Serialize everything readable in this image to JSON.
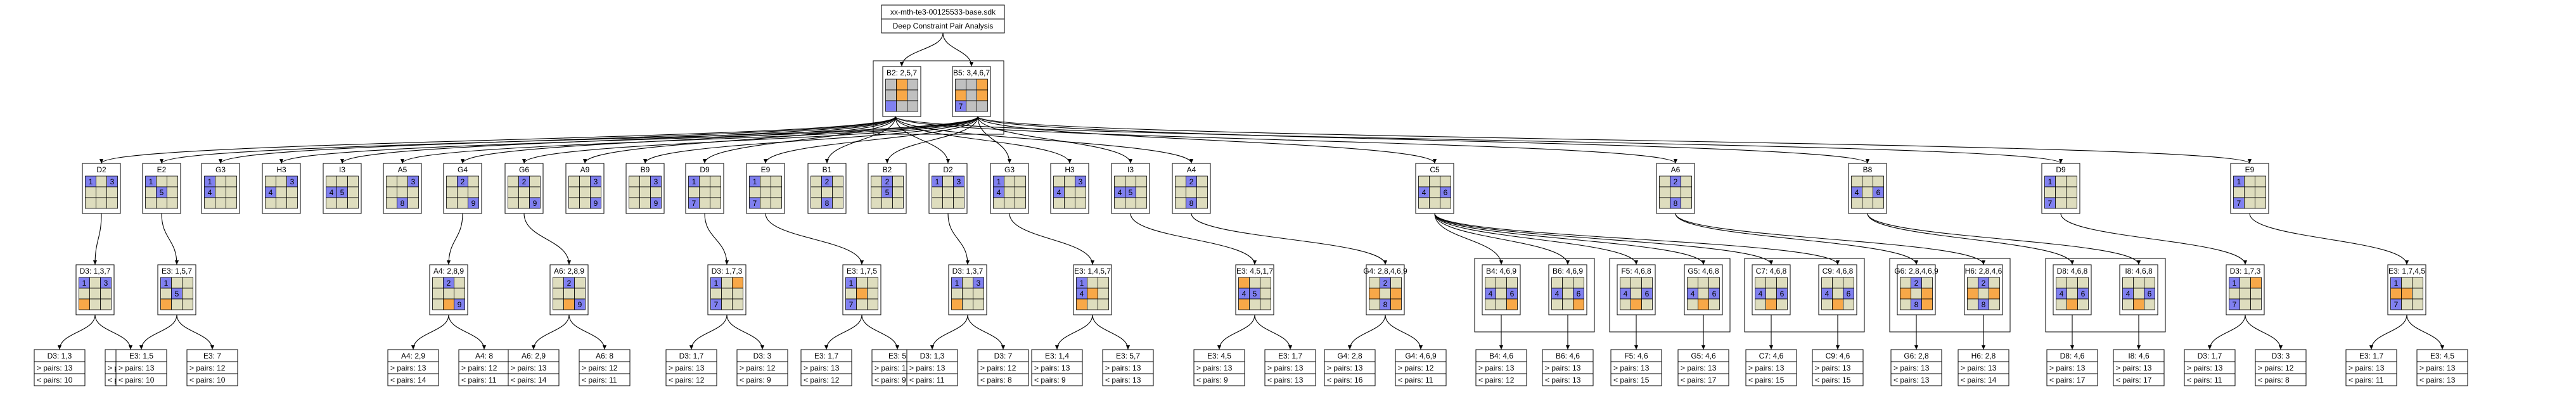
{
  "header": {
    "file": "xx-mth-te3-00125533-base.sdk",
    "subtitle": "Deep Constraint Pair Analysis"
  },
  "colors": {
    "blue": "#8080f0",
    "orange": "#f8a848",
    "gray": "#c0c0c0",
    "beige": "#deddbe"
  },
  "roots": [
    {
      "label": "B2: 2,5,7",
      "grid": [
        "g",
        "o",
        "g",
        "g",
        "o",
        "g",
        "b",
        "g",
        "g"
      ],
      "nums": {}
    },
    {
      "label": "B5: 3,4,6,7",
      "grid": [
        "g",
        "g",
        "o",
        "o",
        "g",
        "o",
        "b",
        "g",
        "g"
      ],
      "nums": {
        "6": "7"
      }
    }
  ],
  "level1": [
    {
      "label": "D2",
      "grid": [
        "b",
        "e",
        "b",
        "e",
        "e",
        "e",
        "e",
        "e",
        "e"
      ],
      "nums": {
        "0": "1",
        "2": "3"
      }
    },
    {
      "label": "E2",
      "grid": [
        "b",
        "e",
        "e",
        "e",
        "b",
        "e",
        "e",
        "e",
        "e"
      ],
      "nums": {
        "0": "1",
        "4": "5"
      }
    },
    {
      "label": "G3",
      "grid": [
        "b",
        "e",
        "e",
        "b",
        "e",
        "e",
        "e",
        "e",
        "e"
      ],
      "nums": {
        "0": "1",
        "3": "4"
      }
    },
    {
      "label": "H3",
      "grid": [
        "e",
        "e",
        "b",
        "b",
        "e",
        "e",
        "e",
        "e",
        "e"
      ],
      "nums": {
        "2": "3",
        "3": "4"
      }
    },
    {
      "label": "I3",
      "grid": [
        "e",
        "e",
        "e",
        "b",
        "b",
        "e",
        "e",
        "e",
        "e"
      ],
      "nums": {
        "3": "4",
        "4": "5"
      }
    },
    {
      "label": "A5",
      "grid": [
        "e",
        "e",
        "b",
        "e",
        "e",
        "e",
        "e",
        "b",
        "e"
      ],
      "nums": {
        "2": "3",
        "7": "8"
      }
    },
    {
      "label": "G4",
      "grid": [
        "e",
        "b",
        "e",
        "e",
        "e",
        "e",
        "e",
        "e",
        "b"
      ],
      "nums": {
        "1": "2",
        "8": "9"
      }
    },
    {
      "label": "G6",
      "grid": [
        "e",
        "b",
        "e",
        "e",
        "e",
        "e",
        "e",
        "e",
        "b"
      ],
      "nums": {
        "1": "2",
        "8": "9"
      }
    },
    {
      "label": "A9",
      "grid": [
        "e",
        "e",
        "b",
        "e",
        "e",
        "e",
        "e",
        "e",
        "b"
      ],
      "nums": {
        "2": "3",
        "8": "9"
      }
    },
    {
      "label": "B9",
      "grid": [
        "e",
        "e",
        "b",
        "e",
        "e",
        "e",
        "e",
        "e",
        "b"
      ],
      "nums": {
        "2": "3",
        "8": "9"
      }
    },
    {
      "label": "D9",
      "grid": [
        "b",
        "e",
        "e",
        "e",
        "e",
        "e",
        "b",
        "e",
        "e"
      ],
      "nums": {
        "0": "1",
        "6": "7"
      }
    },
    {
      "label": "E9",
      "grid": [
        "b",
        "e",
        "e",
        "e",
        "e",
        "e",
        "b",
        "e",
        "e"
      ],
      "nums": {
        "0": "1",
        "6": "7"
      }
    },
    {
      "label": "B1",
      "grid": [
        "e",
        "b",
        "e",
        "e",
        "e",
        "e",
        "e",
        "b",
        "e"
      ],
      "nums": {
        "1": "2",
        "7": "8"
      }
    },
    {
      "label": "B2",
      "grid": [
        "e",
        "b",
        "e",
        "e",
        "b",
        "e",
        "e",
        "e",
        "e"
      ],
      "nums": {
        "1": "2",
        "4": "5"
      }
    },
    {
      "label": "D2",
      "grid": [
        "b",
        "e",
        "b",
        "e",
        "e",
        "e",
        "e",
        "e",
        "e"
      ],
      "nums": {
        "0": "1",
        "2": "3"
      }
    },
    {
      "label": "G3",
      "grid": [
        "b",
        "e",
        "e",
        "b",
        "e",
        "e",
        "e",
        "e",
        "e"
      ],
      "nums": {
        "0": "1",
        "3": "4"
      }
    },
    {
      "label": "H3",
      "grid": [
        "e",
        "e",
        "b",
        "b",
        "e",
        "e",
        "e",
        "e",
        "e"
      ],
      "nums": {
        "2": "3",
        "3": "4"
      }
    },
    {
      "label": "I3",
      "grid": [
        "e",
        "e",
        "e",
        "b",
        "b",
        "e",
        "e",
        "e",
        "e"
      ],
      "nums": {
        "3": "4",
        "4": "5"
      }
    },
    {
      "label": "A4",
      "grid": [
        "e",
        "b",
        "e",
        "e",
        "e",
        "e",
        "e",
        "b",
        "e"
      ],
      "nums": {
        "1": "2",
        "7": "8"
      }
    },
    {
      "label": "C5",
      "grid": [
        "e",
        "e",
        "e",
        "b",
        "e",
        "b",
        "e",
        "e",
        "e"
      ],
      "nums": {
        "3": "4",
        "5": "6"
      }
    },
    {
      "label": "A6",
      "grid": [
        "e",
        "b",
        "e",
        "e",
        "e",
        "e",
        "e",
        "b",
        "e"
      ],
      "nums": {
        "1": "2",
        "7": "8"
      }
    },
    {
      "label": "B8",
      "grid": [
        "e",
        "e",
        "e",
        "b",
        "e",
        "b",
        "e",
        "e",
        "e"
      ],
      "nums": {
        "3": "4",
        "5": "6"
      }
    },
    {
      "label": "D9",
      "grid": [
        "b",
        "e",
        "e",
        "e",
        "e",
        "e",
        "b",
        "e",
        "e"
      ],
      "nums": {
        "0": "1",
        "6": "7"
      }
    },
    {
      "label": "E9",
      "grid": [
        "b",
        "e",
        "e",
        "e",
        "e",
        "e",
        "b",
        "e",
        "e"
      ],
      "nums": {
        "0": "1",
        "6": "7"
      }
    }
  ],
  "level2": [
    {
      "label": "D3: 1,3,7",
      "parent": 0,
      "grid": [
        "b",
        "e",
        "b",
        "e",
        "e",
        "e",
        "o",
        "e",
        "e"
      ],
      "nums": {
        "0": "1",
        "2": "3"
      }
    },
    {
      "label": "E3: 1,5,7",
      "parent": 1,
      "grid": [
        "b",
        "e",
        "e",
        "e",
        "b",
        "e",
        "o",
        "e",
        "e"
      ],
      "nums": {
        "0": "1",
        "4": "5"
      }
    },
    {
      "label": "A4: 2,8,9",
      "parent": 6,
      "grid": [
        "e",
        "b",
        "e",
        "e",
        "e",
        "e",
        "e",
        "o",
        "b"
      ],
      "nums": {
        "1": "2",
        "8": "9"
      }
    },
    {
      "label": "A6: 2,8,9",
      "parent": 7,
      "grid": [
        "e",
        "b",
        "e",
        "e",
        "e",
        "e",
        "e",
        "o",
        "b"
      ],
      "nums": {
        "1": "2",
        "8": "9"
      }
    },
    {
      "label": "D3: 1,7,3",
      "parent": 10,
      "grid": [
        "b",
        "e",
        "o",
        "e",
        "e",
        "e",
        "b",
        "e",
        "e"
      ],
      "nums": {
        "0": "1",
        "6": "7"
      }
    },
    {
      "label": "E3: 1,7,5",
      "parent": 11,
      "grid": [
        "b",
        "e",
        "e",
        "e",
        "o",
        "e",
        "b",
        "e",
        "e"
      ],
      "nums": {
        "0": "1",
        "6": "7"
      }
    },
    {
      "label": "D3: 1,3,7",
      "parent": 14,
      "grid": [
        "b",
        "e",
        "b",
        "e",
        "e",
        "e",
        "o",
        "e",
        "e"
      ],
      "nums": {
        "0": "1",
        "2": "3"
      }
    },
    {
      "label": "E3: 1,4,5,7",
      "parent": 15,
      "grid": [
        "b",
        "e",
        "e",
        "b",
        "o",
        "e",
        "o",
        "e",
        "e"
      ],
      "nums": {
        "0": "1",
        "3": "4"
      }
    },
    {
      "label": "E3: 4,5,1,7",
      "parent": 17,
      "grid": [
        "o",
        "e",
        "e",
        "b",
        "b",
        "e",
        "o",
        "e",
        "e"
      ],
      "nums": {
        "3": "4",
        "4": "5"
      }
    },
    {
      "label": "G4: 2,8,4,6,9",
      "parent": 18,
      "grid": [
        "e",
        "b",
        "e",
        "o",
        "e",
        "o",
        "e",
        "b",
        "o"
      ],
      "nums": {
        "1": "2",
        "7": "8"
      }
    },
    {
      "label": "B4: 4,6,9",
      "parent": 19,
      "cluster": 0,
      "grid": [
        "e",
        "e",
        "e",
        "b",
        "e",
        "b",
        "e",
        "e",
        "o"
      ],
      "nums": {
        "3": "4",
        "5": "6"
      }
    },
    {
      "label": "B6: 4,6,9",
      "parent": 19,
      "cluster": 0,
      "grid": [
        "e",
        "e",
        "e",
        "b",
        "e",
        "b",
        "e",
        "e",
        "o"
      ],
      "nums": {
        "3": "4",
        "5": "6"
      }
    },
    {
      "label": "F5: 4,6,8",
      "parent": 19,
      "cluster": 1,
      "grid": [
        "e",
        "e",
        "e",
        "b",
        "e",
        "b",
        "e",
        "o",
        "e"
      ],
      "nums": {
        "3": "4",
        "5": "6"
      }
    },
    {
      "label": "G5: 4,6,8",
      "parent": 19,
      "cluster": 1,
      "grid": [
        "e",
        "e",
        "e",
        "b",
        "e",
        "b",
        "e",
        "o",
        "e"
      ],
      "nums": {
        "3": "4",
        "5": "6"
      }
    },
    {
      "label": "C7: 4,6,8",
      "parent": 19,
      "cluster": 2,
      "grid": [
        "e",
        "e",
        "e",
        "b",
        "e",
        "b",
        "e",
        "o",
        "e"
      ],
      "nums": {
        "3": "4",
        "5": "6"
      }
    },
    {
      "label": "C9: 4,6,8",
      "parent": 19,
      "cluster": 2,
      "grid": [
        "e",
        "e",
        "e",
        "b",
        "e",
        "b",
        "e",
        "o",
        "e"
      ],
      "nums": {
        "3": "4",
        "5": "6"
      }
    },
    {
      "label": "G6: 2,8,4,6,9",
      "parent": 20,
      "cluster": 3,
      "grid": [
        "e",
        "b",
        "e",
        "o",
        "e",
        "o",
        "e",
        "b",
        "o"
      ],
      "nums": {
        "1": "2",
        "7": "8"
      }
    },
    {
      "label": "H6: 2,8,4,6",
      "parent": 20,
      "cluster": 3,
      "grid": [
        "e",
        "b",
        "e",
        "o",
        "e",
        "o",
        "e",
        "b",
        "e"
      ],
      "nums": {
        "1": "2",
        "7": "8"
      }
    },
    {
      "label": "D8: 4,6,8",
      "parent": 21,
      "cluster": 4,
      "grid": [
        "e",
        "e",
        "e",
        "b",
        "e",
        "b",
        "e",
        "o",
        "e"
      ],
      "nums": {
        "3": "4",
        "5": "6"
      }
    },
    {
      "label": "I8: 4,6,8",
      "parent": 21,
      "cluster": 4,
      "grid": [
        "e",
        "e",
        "e",
        "b",
        "e",
        "b",
        "e",
        "o",
        "e"
      ],
      "nums": {
        "3": "4",
        "5": "6"
      }
    },
    {
      "label": "D3: 1,7,3",
      "parent": 22,
      "grid": [
        "b",
        "e",
        "o",
        "e",
        "e",
        "e",
        "b",
        "e",
        "e"
      ],
      "nums": {
        "0": "1",
        "6": "7"
      }
    },
    {
      "label": "E3: 1,7,4,5",
      "parent": 23,
      "grid": [
        "b",
        "e",
        "e",
        "o",
        "o",
        "e",
        "b",
        "e",
        "e"
      ],
      "nums": {
        "0": "1",
        "6": "7"
      }
    }
  ],
  "leaves": [
    {
      "label": "D3: 1,3",
      "parent": 0,
      "pairs": [
        "> pairs: 13",
        "< pairs: 10"
      ]
    },
    {
      "label": "D3: 7",
      "parent": 0,
      "pairs": [
        "> pairs: 12",
        "< pairs: 10"
      ]
    },
    {
      "label": "E3: 1,5",
      "parent": 1,
      "pairs": [
        "> pairs: 13",
        "< pairs: 10"
      ]
    },
    {
      "label": "E3: 7",
      "parent": 1,
      "pairs": [
        "> pairs: 12",
        "< pairs: 10"
      ]
    },
    {
      "label": "A4: 2,9",
      "parent": 2,
      "pairs": [
        "> pairs: 13",
        "< pairs: 14"
      ]
    },
    {
      "label": "A4: 8",
      "parent": 2,
      "pairs": [
        "> pairs: 12",
        "< pairs: 11"
      ]
    },
    {
      "label": "A6: 2,9",
      "parent": 3,
      "pairs": [
        "> pairs: 13",
        "< pairs: 14"
      ]
    },
    {
      "label": "A6: 8",
      "parent": 3,
      "pairs": [
        "> pairs: 12",
        "< pairs: 11"
      ]
    },
    {
      "label": "D3: 1,7",
      "parent": 4,
      "pairs": [
        "> pairs: 13",
        "< pairs: 12"
      ]
    },
    {
      "label": "D3: 3",
      "parent": 4,
      "pairs": [
        "> pairs: 12",
        "< pairs: 9"
      ]
    },
    {
      "label": "E3: 1,7",
      "parent": 5,
      "pairs": [
        "> pairs: 13",
        "< pairs: 12"
      ]
    },
    {
      "label": "E3: 5",
      "parent": 5,
      "pairs": [
        "> pairs: 12",
        "< pairs: 9"
      ]
    },
    {
      "label": "D3: 1,3",
      "parent": 6,
      "pairs": [
        "> pairs: 13",
        "< pairs: 11"
      ]
    },
    {
      "label": "D3: 7",
      "parent": 6,
      "pairs": [
        "> pairs: 12",
        "< pairs: 8"
      ]
    },
    {
      "label": "E3: 1,4",
      "parent": 7,
      "pairs": [
        "> pairs: 13",
        "< pairs: 9"
      ]
    },
    {
      "label": "E3: 5,7",
      "parent": 7,
      "pairs": [
        "> pairs: 13",
        "< pairs: 13"
      ]
    },
    {
      "label": "E3: 4,5",
      "parent": 8,
      "pairs": [
        "> pairs: 13",
        "< pairs: 9"
      ]
    },
    {
      "label": "E3: 1,7",
      "parent": 8,
      "pairs": [
        "> pairs: 13",
        "< pairs: 13"
      ]
    },
    {
      "label": "G4: 2,8",
      "parent": 9,
      "pairs": [
        "> pairs: 13",
        "< pairs: 16"
      ]
    },
    {
      "label": "G4: 4,6,9",
      "parent": 9,
      "pairs": [
        "> pairs: 12",
        "< pairs: 11"
      ]
    },
    {
      "label": "B4: 4,6",
      "parent": 10,
      "pairs": [
        "> pairs: 13",
        "< pairs: 12"
      ]
    },
    {
      "label": "B6: 4,6",
      "parent": 11,
      "pairs": [
        "> pairs: 13",
        "< pairs: 13"
      ]
    },
    {
      "label": "F5: 4,6",
      "parent": 12,
      "pairs": [
        "> pairs: 13",
        "< pairs: 15"
      ]
    },
    {
      "label": "G5: 4,6",
      "parent": 13,
      "pairs": [
        "> pairs: 13",
        "< pairs: 17"
      ]
    },
    {
      "label": "C7: 4,6",
      "parent": 14,
      "pairs": [
        "> pairs: 13",
        "< pairs: 15"
      ]
    },
    {
      "label": "C9: 4,6",
      "parent": 15,
      "pairs": [
        "> pairs: 13",
        "< pairs: 15"
      ]
    },
    {
      "label": "G6: 2,8",
      "parent": 16,
      "pairs": [
        "> pairs: 13",
        "< pairs: 13"
      ]
    },
    {
      "label": "H6: 2,8",
      "parent": 17,
      "pairs": [
        "> pairs: 13",
        "< pairs: 14"
      ]
    },
    {
      "label": "D8: 4,6",
      "parent": 18,
      "pairs": [
        "> pairs: 13",
        "< pairs: 17"
      ]
    },
    {
      "label": "I8: 4,6",
      "parent": 19,
      "pairs": [
        "> pairs: 13",
        "< pairs: 17"
      ]
    },
    {
      "label": "D3: 1,7",
      "parent": 20,
      "pairs": [
        "> pairs: 13",
        "< pairs: 11"
      ]
    },
    {
      "label": "D3: 3",
      "parent": 20,
      "pairs": [
        "> pairs: 12",
        "< pairs: 8"
      ]
    },
    {
      "label": "E3: 1,7",
      "parent": 21,
      "pairs": [
        "> pairs: 13",
        "< pairs: 11"
      ]
    },
    {
      "label": "E3: 4,5",
      "parent": 21,
      "pairs": [
        "> pairs: 13",
        "< pairs: 13"
      ]
    }
  ]
}
